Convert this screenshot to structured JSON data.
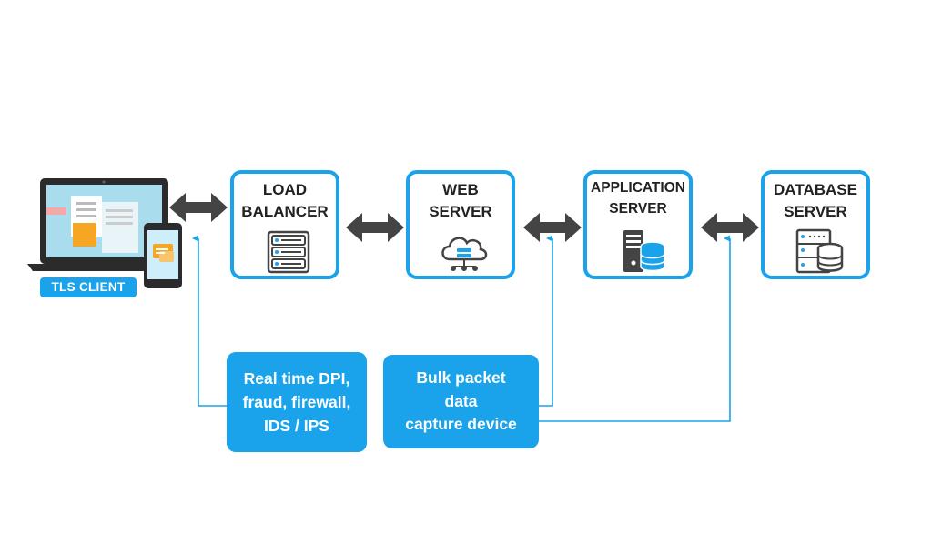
{
  "client": {
    "label": "TLS CLIENT",
    "icon": "laptop-and-phone-icon"
  },
  "nodes": [
    {
      "id": "load-balancer",
      "title": "LOAD\nBALANCER",
      "icon": "server-rack-icon"
    },
    {
      "id": "web-server",
      "title": "WEB\nSERVER",
      "icon": "cloud-network-icon"
    },
    {
      "id": "application-server",
      "title": "APPLICATION\nSERVER",
      "icon": "server-database-icon"
    },
    {
      "id": "database-server",
      "title": "DATABASE\nSERVER",
      "icon": "database-rack-icon"
    }
  ],
  "monitors": [
    {
      "id": "dpi",
      "text": "Real time DPI,\nfraud, firewall,\nIDS / IPS"
    },
    {
      "id": "capture",
      "text": "Bulk packet\ndata\ncapture device"
    }
  ],
  "colors": {
    "accent": "#1aa3ea",
    "arrow": "#444444",
    "text": "#222222"
  }
}
